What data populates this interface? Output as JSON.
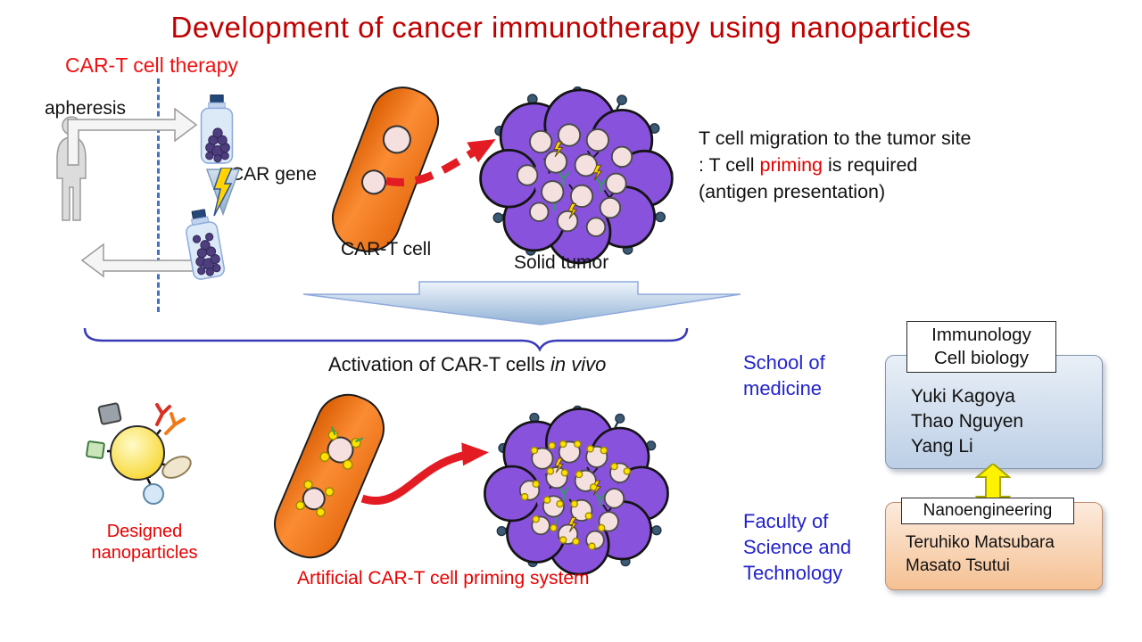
{
  "title": "Development of cancer immunotherapy using nanoparticles",
  "sections": {
    "car_t_therapy": "CAR-T cell therapy"
  },
  "left_panel": {
    "apheresis": "apheresis",
    "car_gene": "CAR gene"
  },
  "top_flow": {
    "car_t_cell": "CAR-T cell",
    "solid_tumor": "Solid tumor",
    "migration_line1": "T cell migration to the tumor site",
    "migration_line2_prefix": ": T cell ",
    "migration_line2_highlight": "priming",
    "migration_line2_suffix": " is required",
    "migration_line3": "(antigen presentation)"
  },
  "bottom_flow": {
    "activation_prefix": "Activation of CAR-T cells ",
    "activation_italic": "in vivo",
    "designed_nanoparticles_lines": [
      "Designed",
      "nanoparticles"
    ],
    "artificial_system": "Artificial CAR-T cell priming system"
  },
  "affiliations": {
    "school_of_medicine_lines": [
      "School of",
      "medicine"
    ],
    "faculty_lines": [
      "Faculty of",
      "Science and",
      "Technology"
    ],
    "immunology_box_lines": [
      "Immunology",
      "Cell biology"
    ],
    "medicine_team": [
      "Yuki Kagoya",
      "Thao Nguyen",
      "Yang Li"
    ],
    "nanoengineering_box": "Nanoengineering",
    "nano_team": [
      "Teruhiko Matsubara",
      "Masato Tsutui"
    ]
  },
  "colors": {
    "title_red": "#C00000",
    "accent_red": "#E90000",
    "accent_blue": "#2222CC",
    "capsule_orange": "#F4731C",
    "tumor_purple": "#8852DC",
    "arrow_red": "#E31B23"
  }
}
